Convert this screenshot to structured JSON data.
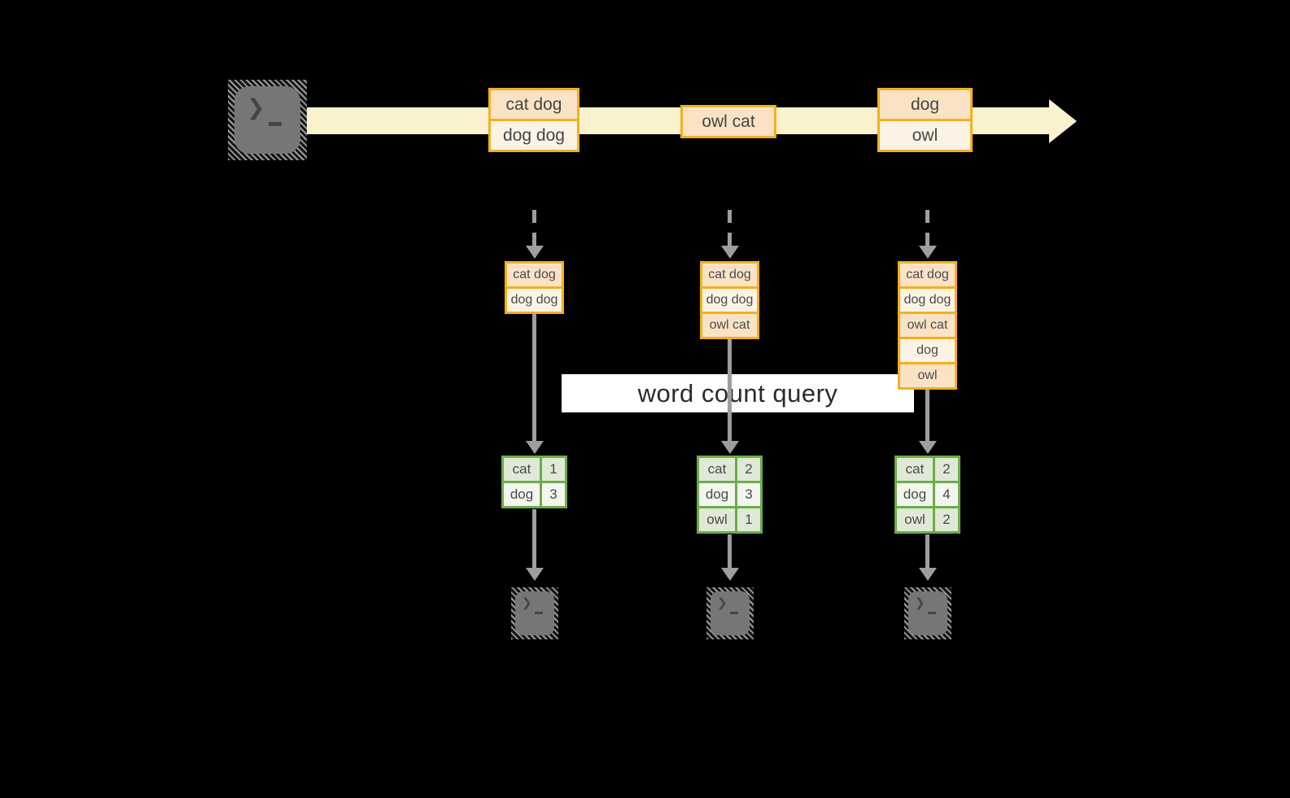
{
  "banner": {
    "label": "word count query"
  },
  "icons": {
    "terminal_prompt": "❯"
  },
  "colors": {
    "background": "#000000",
    "stream_band": "#FAF1CE",
    "event_border": "#F2B01E",
    "event_fill_peach": "#FAE3C5",
    "event_fill_cream": "#FDF3E5",
    "table_border": "#6CAC49",
    "table_cell_dark": "#DFE9D6",
    "table_cell_light": "#F3F6EF",
    "arrow_gray": "#9E9E9E",
    "terminal_gray": "#767676"
  },
  "stream": {
    "source_icon": "terminal-icon",
    "events": [
      {
        "lines": [
          "cat dog",
          "dog dog"
        ]
      },
      {
        "lines": [
          "owl cat"
        ]
      },
      {
        "lines": [
          "dog",
          "owl"
        ]
      }
    ]
  },
  "columns": [
    {
      "buffer": [
        "cat dog",
        "dog dog"
      ],
      "counts": [
        {
          "word": "cat",
          "count": "1"
        },
        {
          "word": "dog",
          "count": "3"
        }
      ],
      "sink_icon": "terminal-icon"
    },
    {
      "buffer": [
        "cat dog",
        "dog dog",
        "owl cat"
      ],
      "counts": [
        {
          "word": "cat",
          "count": "2"
        },
        {
          "word": "dog",
          "count": "3"
        },
        {
          "word": "owl",
          "count": "1"
        }
      ],
      "sink_icon": "terminal-icon"
    },
    {
      "buffer": [
        "cat dog",
        "dog dog",
        "owl cat",
        "dog",
        "owl"
      ],
      "counts": [
        {
          "word": "cat",
          "count": "2"
        },
        {
          "word": "dog",
          "count": "4"
        },
        {
          "word": "owl",
          "count": "2"
        }
      ],
      "sink_icon": "terminal-icon"
    }
  ]
}
